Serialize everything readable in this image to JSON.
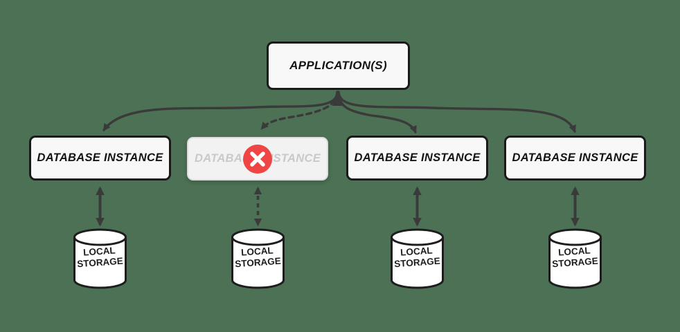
{
  "colors": {
    "canvas-bg": "#4c7154",
    "ink": "#3a3a3a",
    "box-border": "#1a1a1a",
    "box-bg": "#f8f8f8",
    "cyl-stroke": "#1d1d1d",
    "disabled-bg": "#f2f2f2",
    "disabled-border": "#dddddd",
    "disabled-text": "#c9c9c9",
    "error-red": "#f04545",
    "text": "#141414"
  },
  "application": {
    "label": "APPLICATION(S)"
  },
  "instances": [
    {
      "label": "DATABASE INSTANCE",
      "status": "active"
    },
    {
      "label": "DATABASE INSTANCE",
      "status": "failed",
      "badge_icon": "x-circle-icon"
    },
    {
      "label": "DATABASE INSTANCE",
      "status": "active"
    },
    {
      "label": "DATABASE INSTANCE",
      "status": "active"
    }
  ],
  "storage_nodes": [
    {
      "line1": "LOCAL",
      "line2": "STORAGE"
    },
    {
      "line1": "LOCAL",
      "line2": "STORAGE"
    },
    {
      "line1": "LOCAL",
      "line2": "STORAGE"
    },
    {
      "line1": "LOCAL",
      "line2": "STORAGE"
    }
  ]
}
